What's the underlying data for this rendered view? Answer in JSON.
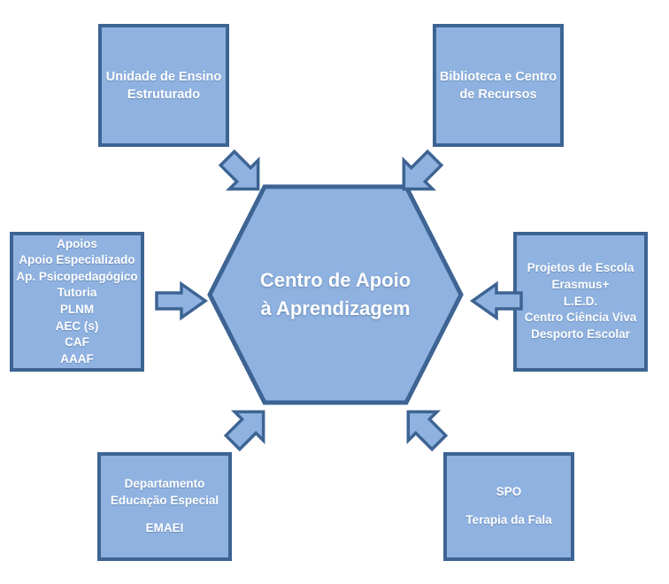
{
  "diagram": {
    "title": "Centro de Apoio à Aprendizagem",
    "colors": {
      "node_fill": "#8FB2E0",
      "node_border": "#3D6493",
      "node_text": "#FFFFFF",
      "background": "#FFFFFF"
    },
    "center": {
      "shape": "hexagon",
      "lines": [
        "Centro de Apoio",
        "à Aprendizagem"
      ]
    },
    "nodes": [
      {
        "id": "unidade-ensino-estruturado",
        "position": "top-left",
        "lines": [
          "Unidade de Ensino",
          "Estruturado"
        ]
      },
      {
        "id": "biblioteca-centro-recursos",
        "position": "top-right",
        "lines": [
          "Biblioteca e Centro",
          "de Recursos"
        ]
      },
      {
        "id": "apoios",
        "position": "left",
        "lines": [
          "Apoios",
          "Apoio Especializado",
          "Ap. Psicopedagógico",
          "Tutoria",
          "PLNM",
          "AEC (s)",
          "CAF",
          "AAAF"
        ]
      },
      {
        "id": "projetos-escola",
        "position": "right",
        "lines": [
          "Projetos de Escola",
          "Erasmus+",
          "L.E.D.",
          "Centro Ciência Viva",
          "Desporto Escolar"
        ]
      },
      {
        "id": "departamento-educacao-especial",
        "position": "bottom-left",
        "lines": [
          "Departamento",
          "Educação Especial",
          "",
          "EMAEI"
        ]
      },
      {
        "id": "spo-terapia-fala",
        "position": "bottom-right",
        "lines": [
          "SPO",
          "",
          "Terapia da Fala"
        ]
      }
    ],
    "arrows": [
      {
        "id": "arrow-top-left",
        "direction": "down-right",
        "from": "unidade-ensino-estruturado",
        "to": "center"
      },
      {
        "id": "arrow-top-right",
        "direction": "down-left",
        "from": "biblioteca-centro-recursos",
        "to": "center"
      },
      {
        "id": "arrow-left",
        "direction": "right",
        "from": "apoios",
        "to": "center"
      },
      {
        "id": "arrow-right",
        "direction": "left",
        "from": "projetos-escola",
        "to": "center"
      },
      {
        "id": "arrow-bottom-left",
        "direction": "up-right",
        "from": "departamento-educacao-especial",
        "to": "center"
      },
      {
        "id": "arrow-bottom-right",
        "direction": "up-left",
        "from": "spo-terapia-fala",
        "to": "center"
      }
    ]
  }
}
